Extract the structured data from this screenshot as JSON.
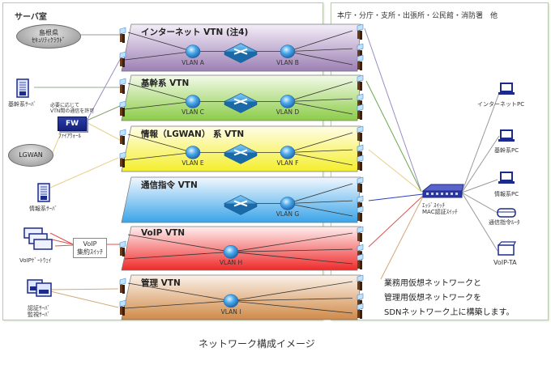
{
  "rooms": {
    "server_room": {
      "label": "サーバ室"
    },
    "branch": {
      "label": "本庁・分庁・支所・出張所・公民館・消防署　他"
    }
  },
  "left_nodes": {
    "security_cloud": {
      "line1": "島根県",
      "line2": "ｾｷｭﾘﾃｨｸﾗｳﾄﾞ"
    },
    "core_server": {
      "label": "基幹系ｻｰﾊﾞ"
    },
    "fw_note": {
      "line1": "必要に応じて",
      "line2": "VTN間の通信を許可"
    },
    "firewall": {
      "badge": "FW",
      "label": "ﾌｧｲｱｳｫｰﾙ"
    },
    "lgwan": {
      "label": "LGWAN"
    },
    "info_server": {
      "label": "情報系ｻｰﾊﾞ"
    },
    "voip_gateway": {
      "label": "VoIPｹﾞｰﾄｳｪｲ"
    },
    "voip_switch": {
      "line1": "VoIP",
      "line2": "集約ｽｲｯﾁ"
    },
    "auth_server": {
      "line1": "認証ｻｰﾊﾞ",
      "line2": "監視ｻｰﾊﾞ"
    }
  },
  "vtns": [
    {
      "title": "インターネット VTN (注4)",
      "vlans": [
        "VLAN A",
        "VLAN B"
      ],
      "has_router": true,
      "color_top": "#f4eef8",
      "color_bottom": "#9c80b4"
    },
    {
      "title": "基幹系 VTN",
      "vlans": [
        "VLAN C",
        "VLAN D"
      ],
      "has_router": true,
      "color_top": "#f3fae9",
      "color_bottom": "#8ccc48"
    },
    {
      "title": "情報（LGWAN） 系 VTN",
      "vlans": [
        "VLAN E",
        "VLAN F"
      ],
      "has_router": true,
      "color_top": "#fffde8",
      "color_bottom": "#f4ee2c"
    },
    {
      "title": "通信指令 VTN",
      "vlans": [
        "VLAN G"
      ],
      "has_router": true,
      "color_top": "#f2f8fe",
      "color_bottom": "#3aa4e8"
    },
    {
      "title": "VoIP VTN",
      "vlans": [
        "VLAN H"
      ],
      "has_router": false,
      "color_top": "#fff0f0",
      "color_bottom": "#ee2a2a"
    },
    {
      "title": "管理 VTN",
      "vlans": [
        "VLAN I"
      ],
      "has_router": false,
      "color_top": "#fbf2ea",
      "color_bottom": "#d08a48"
    }
  ],
  "right_nodes": {
    "edge_switch": {
      "line1": "ｴｯｼﾞｽｲｯﾁ",
      "line2": "MAC認証ｽｲｯﾁ"
    },
    "internet_pc": {
      "label": "インターネットPC"
    },
    "core_pc": {
      "label": "基幹系PC"
    },
    "info_pc": {
      "label": "情報系PC"
    },
    "comm_router": {
      "label": "通信指令ﾙｰﾀ"
    },
    "voip_ta": {
      "label": "VoIP-TA"
    }
  },
  "note": {
    "line1": "業務用仮想ネットワークと",
    "line2": "管理用仮想ネットワークを",
    "line3": "SDNネットワーク上に構築します。"
  },
  "caption": "ネットワーク構成イメージ",
  "colors": {
    "room_border": "#b9c9ad",
    "device_blue": "#1c2a8c",
    "link_purple": "#9a8cc0",
    "link_green": "#6aa84f",
    "link_yellow": "#e8d08a",
    "link_blue": "#2a3fbf",
    "link_red": "#d9534f",
    "link_brown": "#d4a878"
  }
}
